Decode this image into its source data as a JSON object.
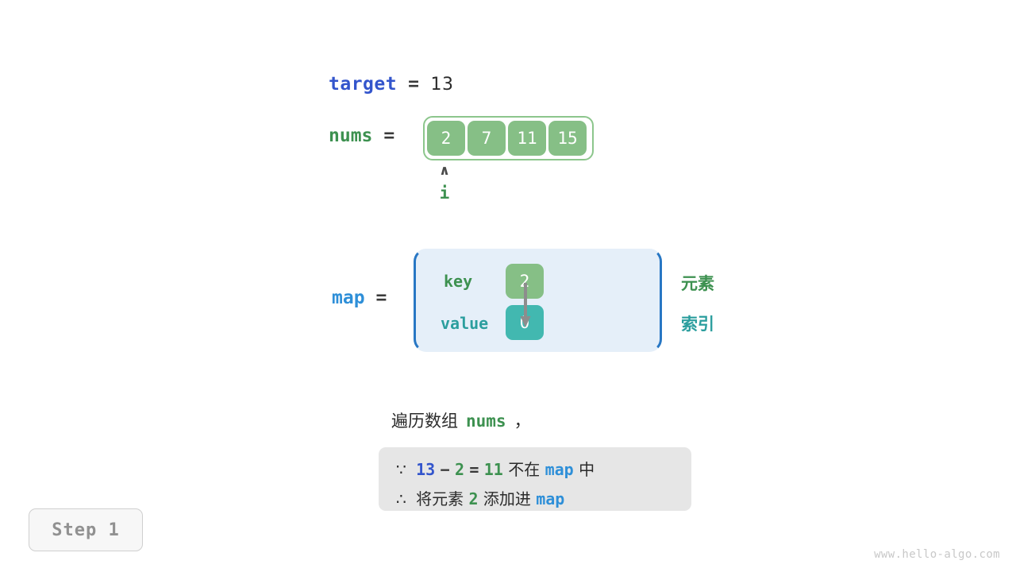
{
  "target": {
    "name": "target",
    "equals": "=",
    "value": "13"
  },
  "nums": {
    "name": "nums",
    "equals": "=",
    "cells": [
      "2",
      "7",
      "11",
      "15"
    ]
  },
  "pointer": {
    "caret": "∧",
    "label": "i"
  },
  "map": {
    "name": "map",
    "equals": "=",
    "key_label": "key",
    "value_label": "value",
    "key_cell": "2",
    "value_cell": "0",
    "side_element_label": "元素",
    "side_index_label": "索引"
  },
  "description": {
    "prefix": "遍历数组",
    "code": "nums",
    "suffix": "，"
  },
  "reason": {
    "line1": {
      "symbol": "∵",
      "a": "13",
      "op1": "−",
      "b": "2",
      "op2": "=",
      "c": "11",
      "text1": "不在",
      "map": "map",
      "text2": "中"
    },
    "line2": {
      "symbol": "∴",
      "text1": "将元素",
      "a": "2",
      "text2": "添加进",
      "map": "map"
    }
  },
  "step": {
    "label": "Step 1"
  },
  "watermark": {
    "text": "www.hello-algo.com"
  },
  "colors": {
    "array_cell_green": "#86bf86",
    "array_border_green": "#8cc68c",
    "value_teal": "#42b8b0",
    "map_box_bg": "#e5eff9",
    "map_box_border": "#2877c4",
    "target_blue": "#3355cc",
    "map_blue": "#2e8fd8",
    "nums_green": "#3d9150",
    "reason_box_bg": "#e6e6e6",
    "step_badge_bg": "#f7f7f7"
  }
}
